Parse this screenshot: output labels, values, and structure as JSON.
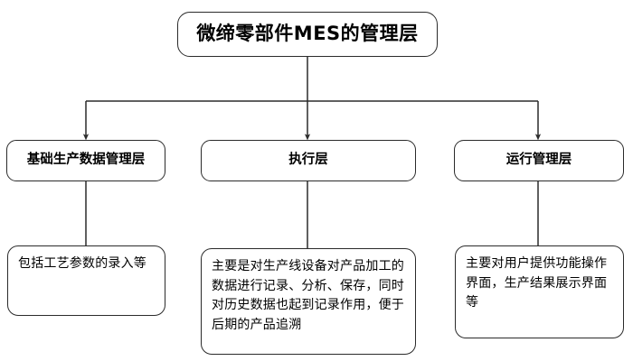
{
  "diagram": {
    "type": "hierarchical-flowchart",
    "orientation": "top-down",
    "background_color": "#ffffff",
    "line_color": "#2b2b2b",
    "border_color": "#2b2b2b",
    "text_color": "#000000",
    "title": "微缔零部件MES的管理层",
    "levels": [
      {
        "level": 1,
        "nodes": [
          {
            "id": "title",
            "label": "微缔零部件MES的管理层"
          }
        ]
      },
      {
        "level": 2,
        "nodes": [
          {
            "id": "layer-basic",
            "label": "基础生产数据管理层"
          },
          {
            "id": "layer-exec",
            "label": "执行层"
          },
          {
            "id": "layer-ops",
            "label": "运行管理层"
          }
        ]
      },
      {
        "level": 3,
        "nodes": [
          {
            "id": "desc-basic",
            "label": "包括工艺参数的录入等"
          },
          {
            "id": "desc-exec",
            "label": "主要是对生产线设备对产品加工的数据进行记录、分析、保存，同时对历史数据也起到记录作用，便于后期的产品追溯"
          },
          {
            "id": "desc-ops",
            "label": "主要对用户提供功能操作界面，生产结果展示界面等"
          }
        ]
      }
    ],
    "edges": [
      {
        "from": "title",
        "to": "layer-basic",
        "style": "orthogonal",
        "arrowhead": true
      },
      {
        "from": "title",
        "to": "layer-exec",
        "style": "straight",
        "arrowhead": true
      },
      {
        "from": "title",
        "to": "layer-ops",
        "style": "orthogonal",
        "arrowhead": true
      },
      {
        "from": "layer-basic",
        "to": "desc-basic",
        "style": "straight",
        "arrowhead": false
      },
      {
        "from": "layer-exec",
        "to": "desc-exec",
        "style": "straight",
        "arrowhead": false
      },
      {
        "from": "layer-ops",
        "to": "desc-ops",
        "style": "straight",
        "arrowhead": false
      }
    ]
  }
}
